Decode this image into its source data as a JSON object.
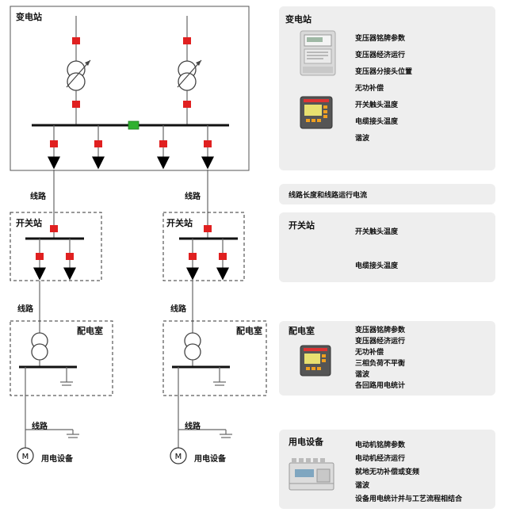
{
  "substation": {
    "title": "变电站"
  },
  "switch_station": {
    "title": "开关站"
  },
  "distribution_room": {
    "title": "配电室"
  },
  "line_label": "线路",
  "motor_symbol": "M",
  "equipment_label": "用电设备",
  "panels": {
    "substation": {
      "title": "变电站",
      "items": [
        "变压器铭牌参数",
        "变压器经济运行",
        "变压器分接头位置",
        "无功补偿",
        "开关触头温度",
        "电缆接头温度",
        "谐波"
      ]
    },
    "line": {
      "text": "线路长度和线路运行电流"
    },
    "switch_station": {
      "title": "开关站",
      "items": [
        "开关触头温度",
        "电缆接头温度"
      ]
    },
    "distribution_room": {
      "title": "配电室",
      "items": [
        "变压器铭牌参数",
        "变压器经济运行",
        "无功补偿",
        "三相负荷不平衡",
        "谐波",
        "各回路用电统计"
      ]
    },
    "equipment": {
      "title": "用电设备",
      "items": [
        "电动机铭牌参数",
        "电动机经济运行",
        "就地无功补偿或变频",
        "谐波",
        "设备用电统计并与工艺流程相结合"
      ]
    }
  },
  "colors": {
    "breaker": "#e02020",
    "bus_tie": "#30b030",
    "panel_bg": "#eeeeee"
  }
}
